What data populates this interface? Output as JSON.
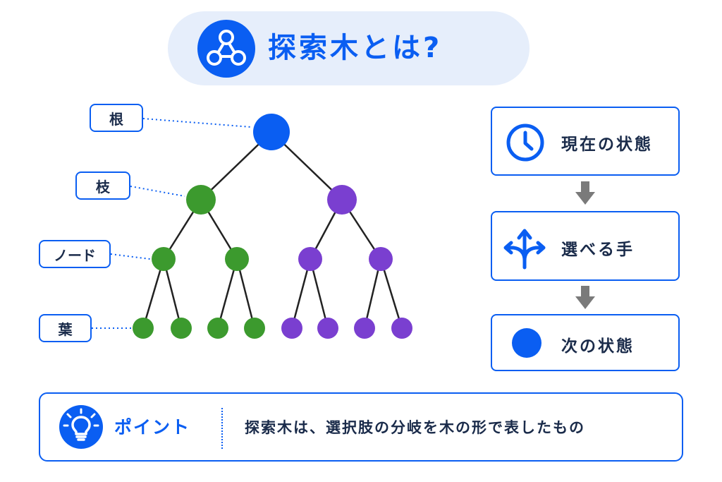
{
  "title": {
    "text": "探索木とは?",
    "icon": "network-icon"
  },
  "tree": {
    "labels": {
      "root": "根",
      "branch": "枝",
      "node": "ノード",
      "leaf": "葉"
    },
    "colors": {
      "root": "#0a5ef2",
      "left": "#3c9a2e",
      "right": "#7a3fd0",
      "edge": "#222222",
      "connector": "#0a5ef2"
    }
  },
  "flow": {
    "steps": [
      {
        "label": "現在の状態",
        "icon": "clock-icon"
      },
      {
        "label": "選べる手",
        "icon": "branching-arrows-icon"
      },
      {
        "label": "次の状態",
        "icon": "filled-circle-icon"
      }
    ],
    "arrow_icon": "arrow-down-icon"
  },
  "point": {
    "label": "ポイント",
    "icon": "lightbulb-icon",
    "text": "探索木は、選択肢の分岐を木の形で表したもの"
  },
  "colors": {
    "accent": "#0a5ef2",
    "title_bg": "#e6eefb",
    "text": "#1a2b4a",
    "arrow": "#7a7a7a"
  }
}
